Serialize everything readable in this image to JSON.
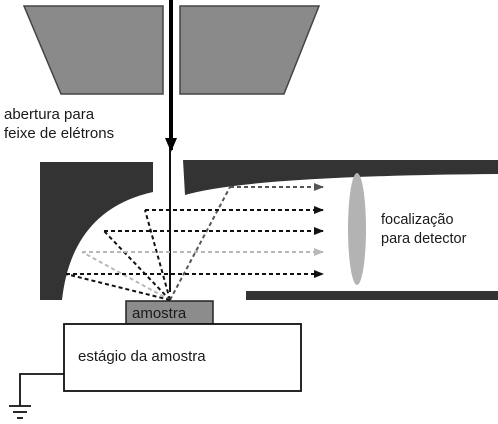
{
  "labels": {
    "aperture_line1": "abertura para",
    "aperture_line2": "feixe de elétrons",
    "focus_line1": "focalização",
    "focus_line2": "para detector",
    "sample": "amostra",
    "stage": "estágio da amostra"
  },
  "colors": {
    "lens_gray": "#8a8a8a",
    "wall_dark": "#333333",
    "lens_light": "#b3b3b3",
    "sample_fill": "#8c8c8c",
    "ray_black": "#111111",
    "ray_dark_gray": "#555555",
    "ray_light_gray": "#b8b8b8"
  },
  "icons": [
    "ground-icon"
  ]
}
